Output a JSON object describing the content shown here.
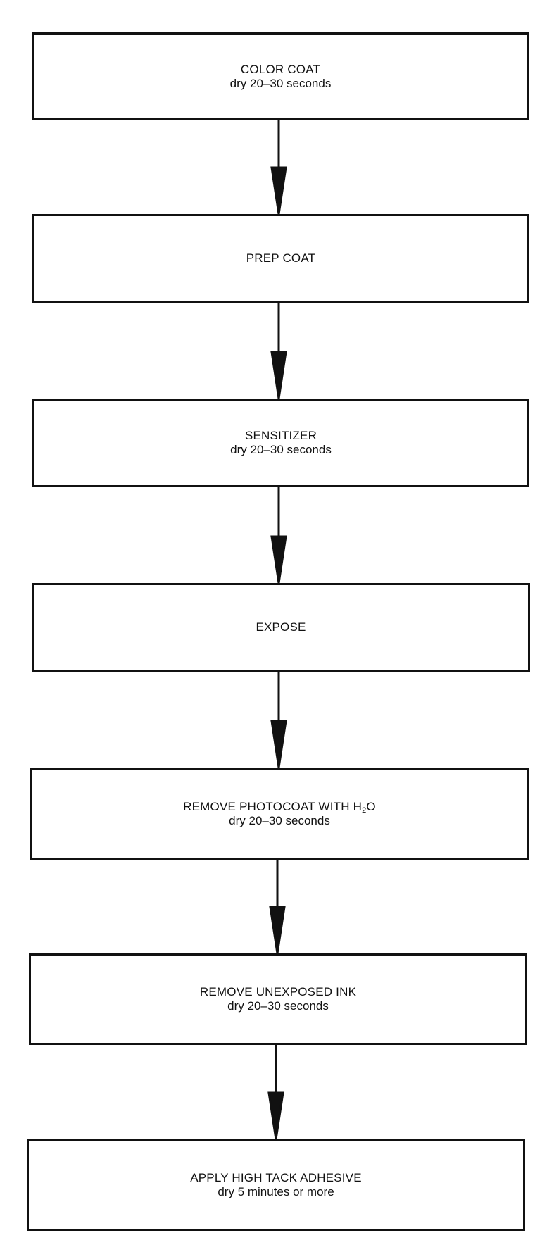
{
  "steps": [
    {
      "title": "COLOR COAT",
      "note": "dry 20–30 seconds"
    },
    {
      "title": "PREP COAT",
      "note": ""
    },
    {
      "title": "SENSITIZER",
      "note": "dry 20–30 seconds"
    },
    {
      "title": "EXPOSE",
      "note": ""
    },
    {
      "title_prefix": "REMOVE PHOTOCOAT WITH H",
      "title_sub": "2",
      "title_suffix": "O",
      "note": "dry 20–30 seconds"
    },
    {
      "title": "REMOVE UNEXPOSED INK",
      "note": "dry 20–30 seconds"
    },
    {
      "title": "APPLY HIGH TACK ADHESIVE",
      "note": "dry 5 minutes or more"
    }
  ]
}
